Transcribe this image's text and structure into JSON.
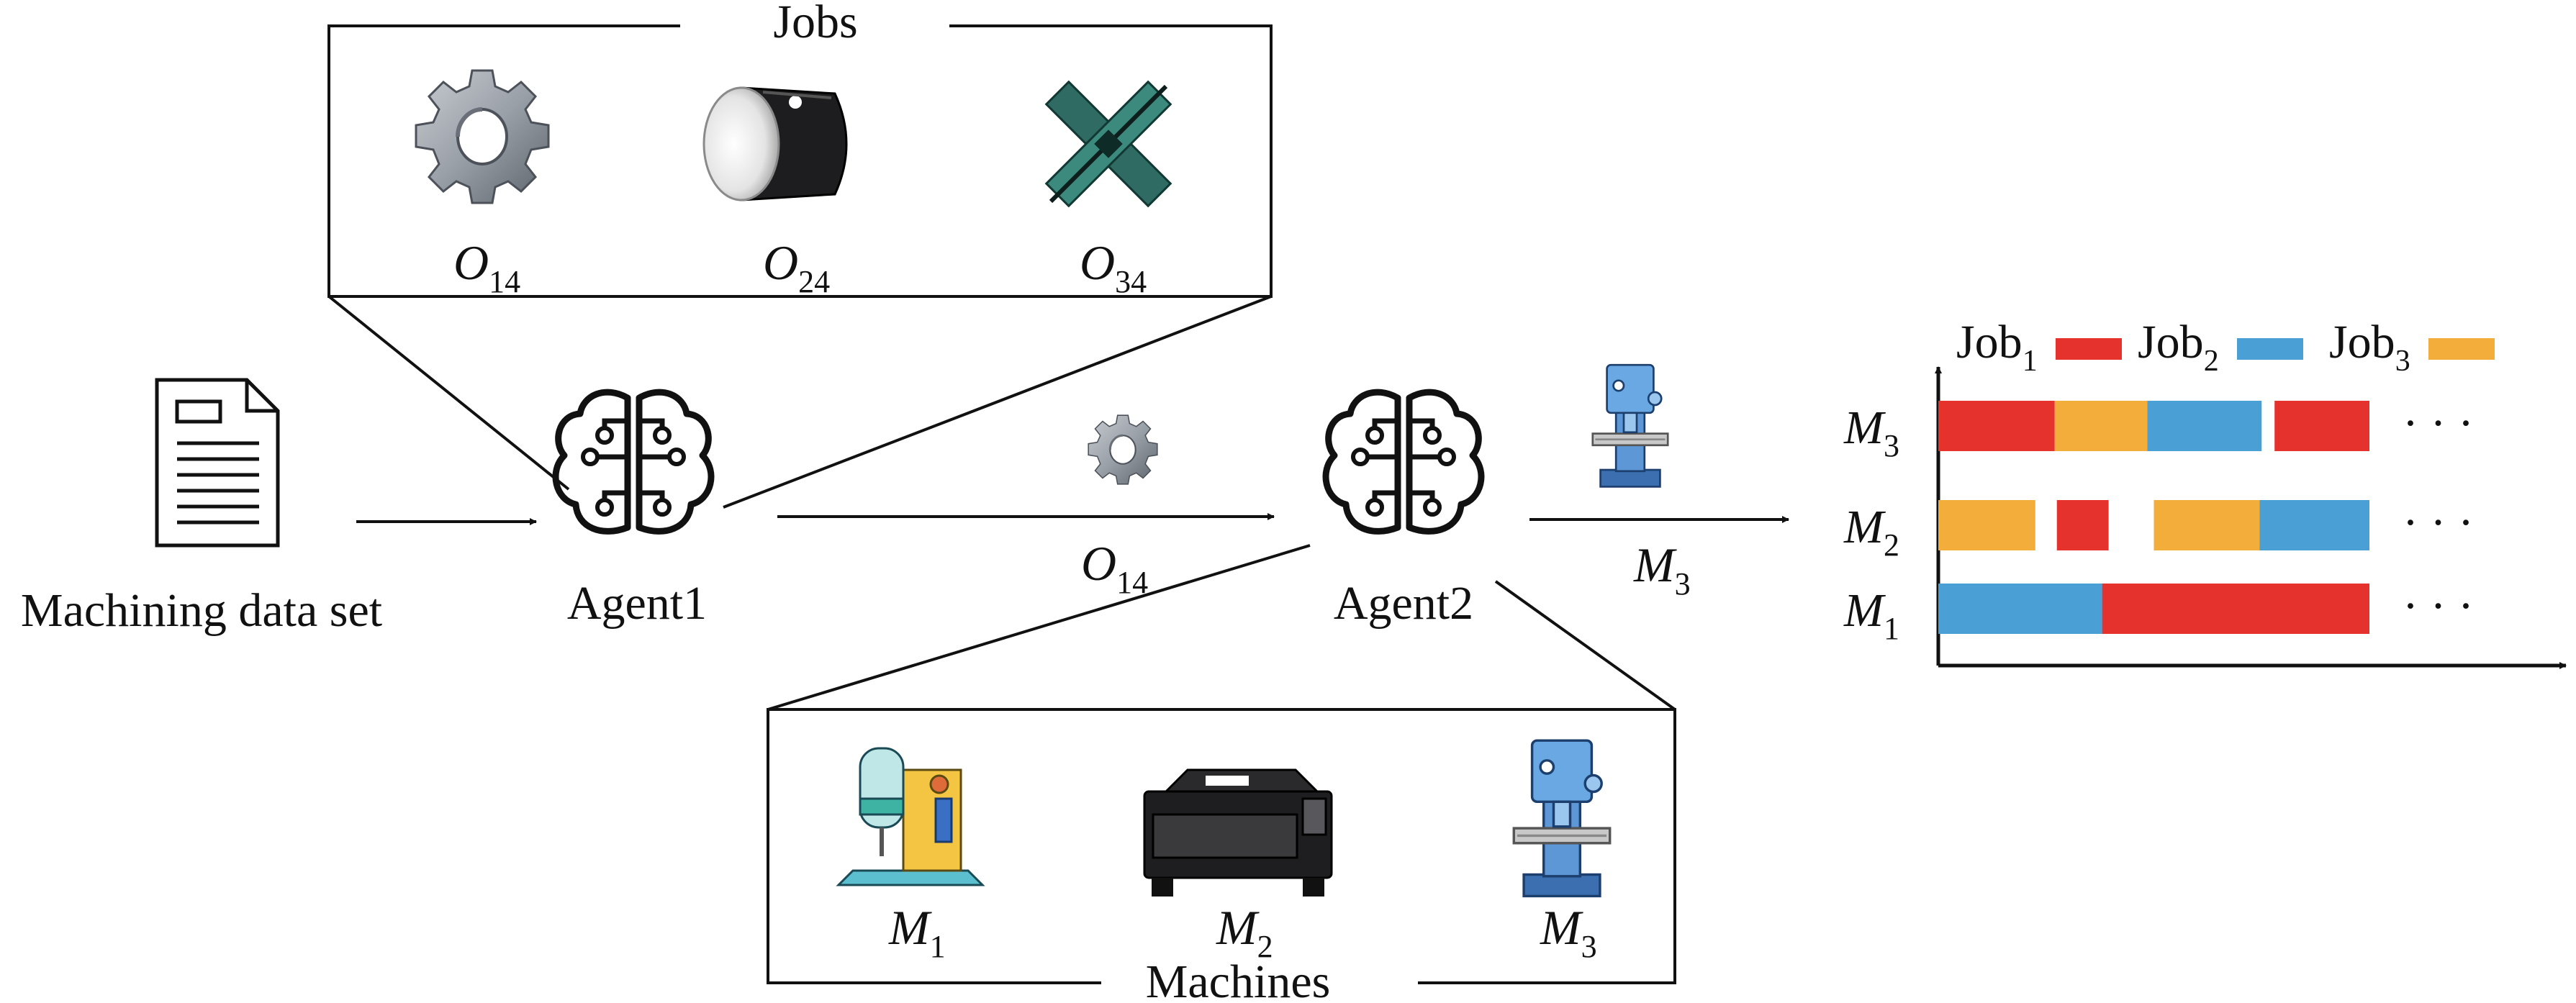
{
  "jobs_panel": {
    "title": "Jobs",
    "items": [
      {
        "symbol": "O",
        "subscript": "14",
        "icon": "gear-icon"
      },
      {
        "symbol": "O",
        "subscript": "24",
        "icon": "piston-icon"
      },
      {
        "symbol": "O",
        "subscript": "34",
        "icon": "cross-bracket-icon"
      }
    ]
  },
  "machines_panel": {
    "title": "Machines",
    "items": [
      {
        "symbol": "M",
        "subscript": "1",
        "icon": "drill-machine-icon"
      },
      {
        "symbol": "M",
        "subscript": "2",
        "icon": "cnc-machine-icon"
      },
      {
        "symbol": "M",
        "subscript": "3",
        "icon": "milling-machine-icon"
      }
    ]
  },
  "input": {
    "label": "Machining data set",
    "icon": "document-icon"
  },
  "agent1": {
    "label": "Agent1",
    "icon": "brain-icon"
  },
  "agent2": {
    "label": "Agent2",
    "icon": "brain-icon"
  },
  "arrow_agent1_to_agent2": {
    "symbol": "O",
    "subscript": "14",
    "icon": "gear-icon"
  },
  "arrow_agent2_to_chart": {
    "symbol": "M",
    "subscript": "3",
    "icon": "milling-machine-icon"
  },
  "colors": {
    "job1": "#e5322d",
    "job2": "#4a9fd5",
    "job3": "#f2ad3a",
    "line": "#111111"
  },
  "chart_data": {
    "type": "gantt",
    "legend": [
      {
        "name": "Job",
        "subscript": "1",
        "color": "#e5322d"
      },
      {
        "name": "Job",
        "subscript": "2",
        "color": "#4a9fd5"
      },
      {
        "name": "Job",
        "subscript": "3",
        "color": "#f2ad3a"
      }
    ],
    "legend_position": "top",
    "rows": [
      {
        "symbol": "M",
        "subscript": "3",
        "continues": "· · ·",
        "segments": [
          {
            "job": 1,
            "start": 0.0,
            "end": 0.27
          },
          {
            "job": 3,
            "start": 0.27,
            "end": 0.485
          },
          {
            "job": 2,
            "start": 0.485,
            "end": 0.75
          },
          {
            "job": 1,
            "start": 0.78,
            "end": 1.0
          }
        ]
      },
      {
        "symbol": "M",
        "subscript": "2",
        "continues": "· · ·",
        "segments": [
          {
            "job": 3,
            "start": 0.0,
            "end": 0.225
          },
          {
            "job": 1,
            "start": 0.275,
            "end": 0.395
          },
          {
            "job": 3,
            "start": 0.5,
            "end": 0.745
          },
          {
            "job": 2,
            "start": 0.745,
            "end": 1.0
          }
        ]
      },
      {
        "symbol": "M",
        "subscript": "1",
        "continues": "· · ·",
        "segments": [
          {
            "job": 2,
            "start": 0.0,
            "end": 0.38
          },
          {
            "job": 1,
            "start": 0.38,
            "end": 1.0
          }
        ]
      }
    ]
  }
}
